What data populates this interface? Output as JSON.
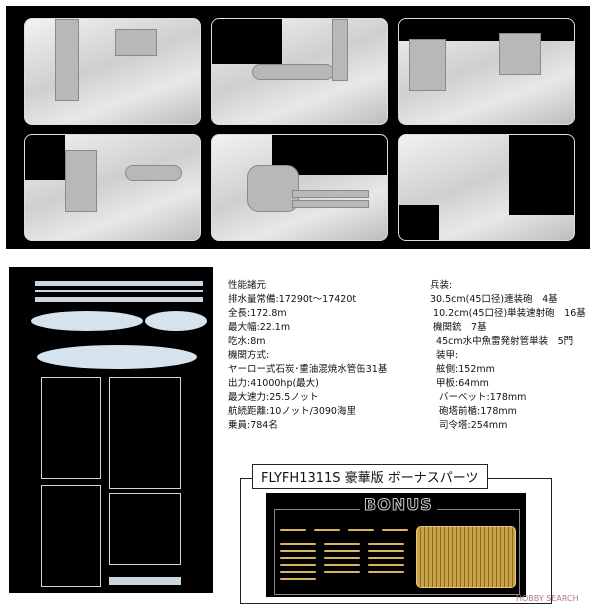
{
  "photos": [
    "model-detail-1",
    "model-detail-2",
    "model-detail-3",
    "model-detail-4",
    "model-detail-5",
    "model-detail-6"
  ],
  "specs_left": [
    "性能諸元",
    "排水量常備:17290t～17420t",
    "全長:172.8m",
    "最大幅:22.1m",
    "吃水:8m",
    "機関方式:",
    "ヤーロー式石炭･重油混焼水管缶31基",
    "出力:41000hp(最大)",
    "最大速力:25.5ノット",
    "航続距離:10ノット/3090海里",
    "乗員:784名"
  ],
  "specs_right": [
    "兵装:",
    "30.5cm(45口径)連装砲　4基",
    " 10.2cm(45口径)単装速射砲　16基",
    " 機関銃　7基",
    "  45cm水中魚雷発射管単装　5門",
    "  装甲:",
    "  舷側:152mm",
    "  甲板:64mm",
    "   バーベット:178mm",
    "   砲塔前楯:178mm",
    "   司令塔:254mm"
  ],
  "bonus": {
    "title": "FLYFH1311S 豪華版 ボーナスパーツ",
    "label": "BONUS"
  },
  "watermark": "HOBBY SEARCH"
}
